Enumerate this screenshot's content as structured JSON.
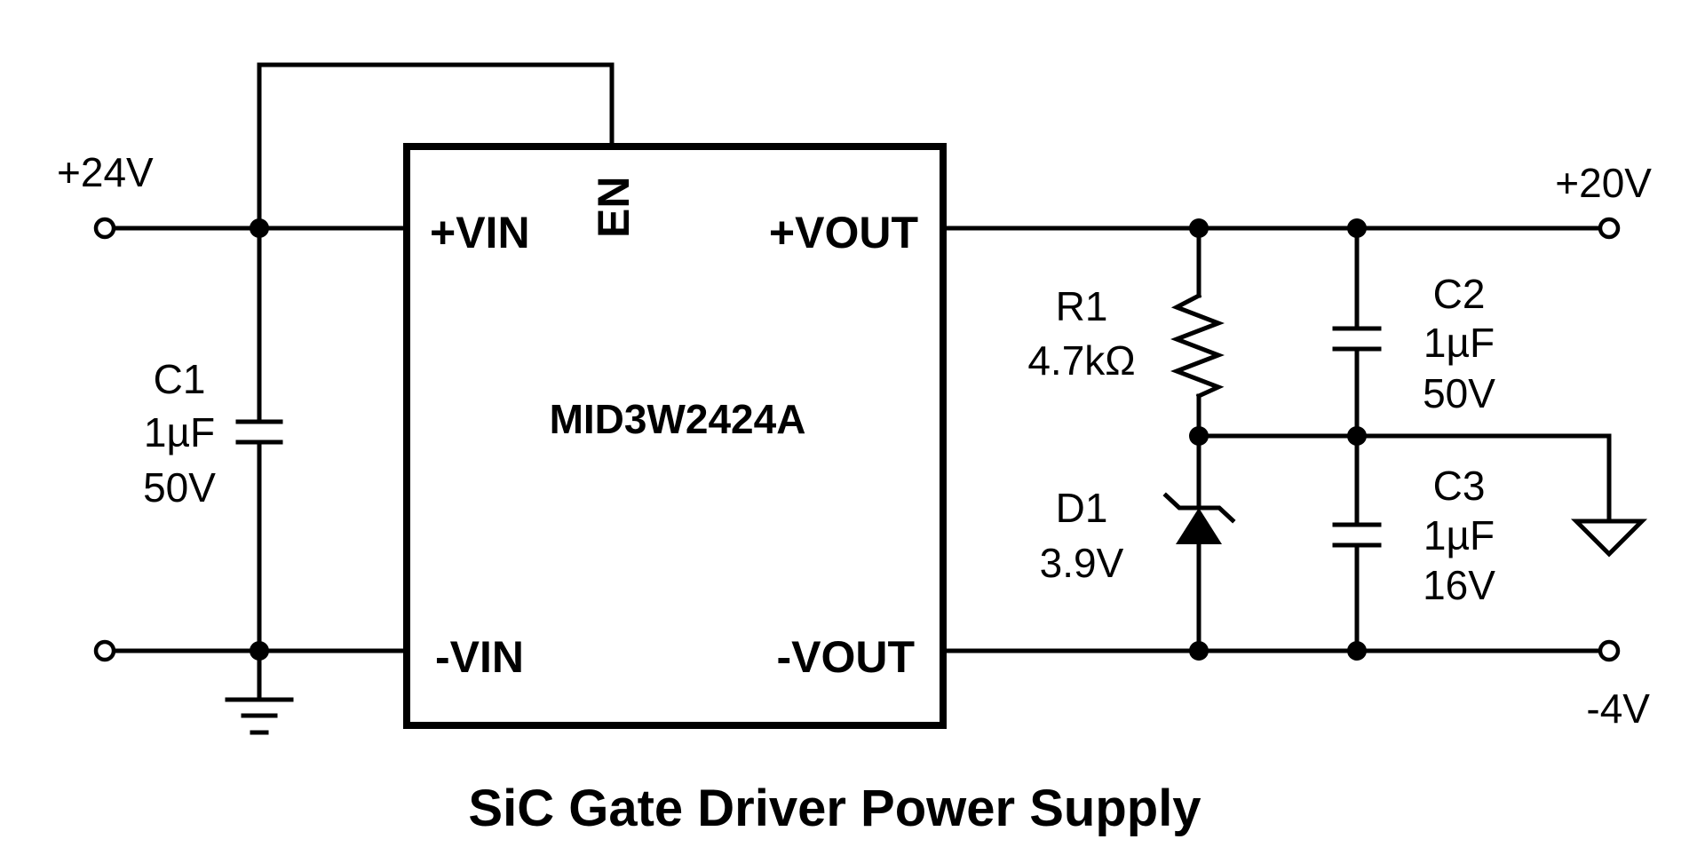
{
  "title": "SiC Gate Driver Power Supply",
  "ic": {
    "part_number": "MID3W2424A",
    "pins": {
      "vin_pos": "+VIN",
      "vin_neg": "-VIN",
      "vout_pos": "+VOUT",
      "vout_neg": "-VOUT",
      "enable": "EN"
    }
  },
  "terminals": {
    "input_pos": "+24V",
    "output_pos": "+20V",
    "output_neg": "-4V"
  },
  "components": {
    "C1": {
      "ref": "C1",
      "value": "1µF",
      "rating": "50V"
    },
    "C2": {
      "ref": "C2",
      "value": "1µF",
      "rating": "50V"
    },
    "C3": {
      "ref": "C3",
      "value": "1µF",
      "rating": "16V"
    },
    "R1": {
      "ref": "R1",
      "value": "4.7kΩ"
    },
    "D1": {
      "ref": "D1",
      "value": "3.9V"
    }
  }
}
